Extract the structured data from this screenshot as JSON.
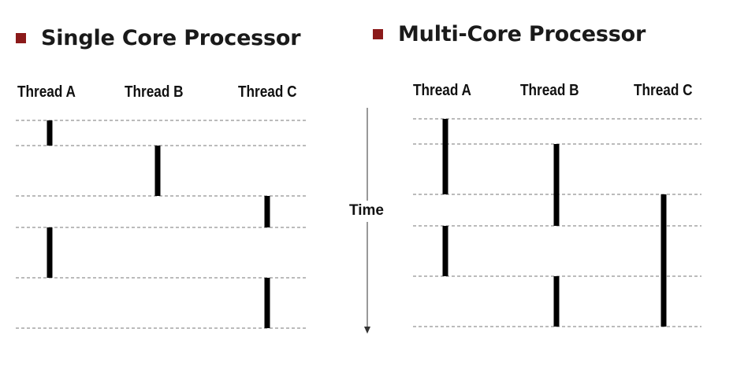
{
  "single_core": {
    "title": "Single Core Processor",
    "threads": [
      "Thread A",
      "Thread B",
      "Thread C"
    ],
    "segments": [
      {
        "thread": "Thread A",
        "start": 0,
        "end": 1
      },
      {
        "thread": "Thread B",
        "start": 1,
        "end": 3
      },
      {
        "thread": "Thread C",
        "start": 3,
        "end": 4
      },
      {
        "thread": "Thread A",
        "start": 4,
        "end": 6
      },
      {
        "thread": "Thread C",
        "start": 6,
        "end": 8
      }
    ]
  },
  "multi_core": {
    "title": "Multi-Core Processor",
    "threads": [
      "Thread A",
      "Thread B",
      "Thread C"
    ],
    "segments": [
      {
        "thread": "Thread A",
        "start": 0,
        "end": 3
      },
      {
        "thread": "Thread B",
        "start": 1,
        "end": 4
      },
      {
        "thread": "Thread C",
        "start": 3,
        "end": 8
      },
      {
        "thread": "Thread A",
        "start": 4,
        "end": 6
      },
      {
        "thread": "Thread B",
        "start": 6,
        "end": 8
      }
    ]
  },
  "time_axis": {
    "label": "Time",
    "direction": "down"
  },
  "colors": {
    "bullet": "#8b1a1a",
    "bar": "#000000",
    "dashed_line": "#777777",
    "text": "#111111"
  }
}
